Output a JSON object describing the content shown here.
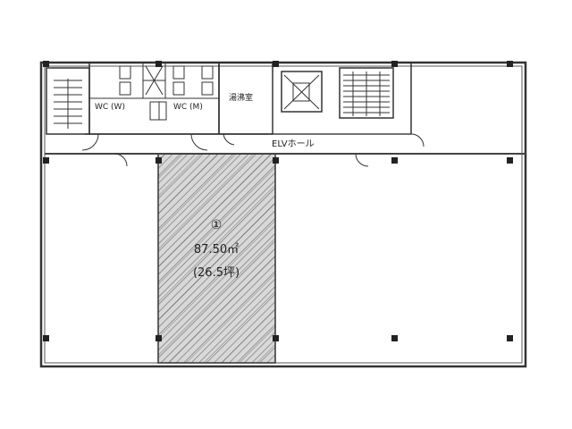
{
  "rooms": {
    "wc_left": "WC (W)",
    "wc_right": "WC (M)",
    "utility": "湯沸室",
    "elv_hall": "ELVホール"
  },
  "unit": {
    "number": "①",
    "area_m2": "87.50㎡",
    "area_tsubo": "(26.5坪)",
    "highlight_color": "#9a9a9a"
  },
  "colors": {
    "wall": "#333333",
    "background": "#ffffff"
  }
}
